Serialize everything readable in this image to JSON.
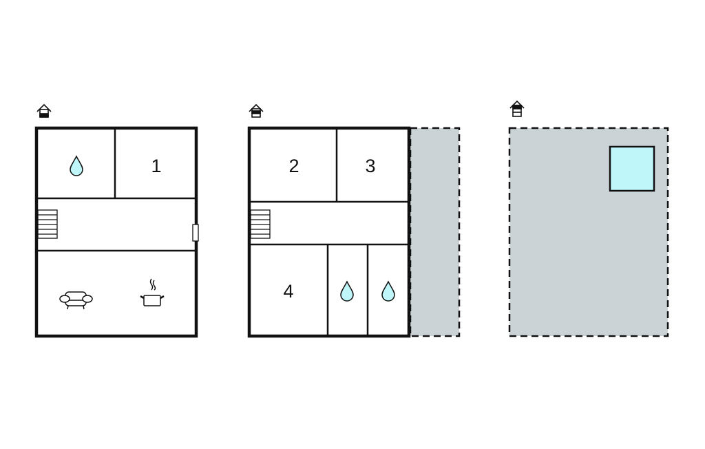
{
  "colors": {
    "wall": "#111111",
    "water": "#bff6fa",
    "outdoor": "#ccd3d6"
  },
  "floors": [
    {
      "name": "ground-floor",
      "rooms": [
        {
          "type": "bathroom",
          "icon": "water-drop-icon"
        },
        {
          "type": "bedroom",
          "label": "1"
        },
        {
          "type": "hallway",
          "icon": "stairs-icon"
        },
        {
          "type": "living-kitchen",
          "icons": [
            "sofa-icon",
            "cooking-pot-icon"
          ]
        }
      ]
    },
    {
      "name": "first-floor",
      "rooms": [
        {
          "type": "bedroom",
          "label": "2"
        },
        {
          "type": "bedroom",
          "label": "3"
        },
        {
          "type": "hallway",
          "icon": "stairs-icon"
        },
        {
          "type": "bedroom",
          "label": "4"
        },
        {
          "type": "bathroom",
          "icon": "water-drop-icon"
        },
        {
          "type": "bathroom",
          "icon": "water-drop-icon"
        }
      ]
    },
    {
      "name": "outdoor-area",
      "rooms": [
        {
          "type": "pool",
          "icon": "pool-icon"
        }
      ]
    }
  ]
}
